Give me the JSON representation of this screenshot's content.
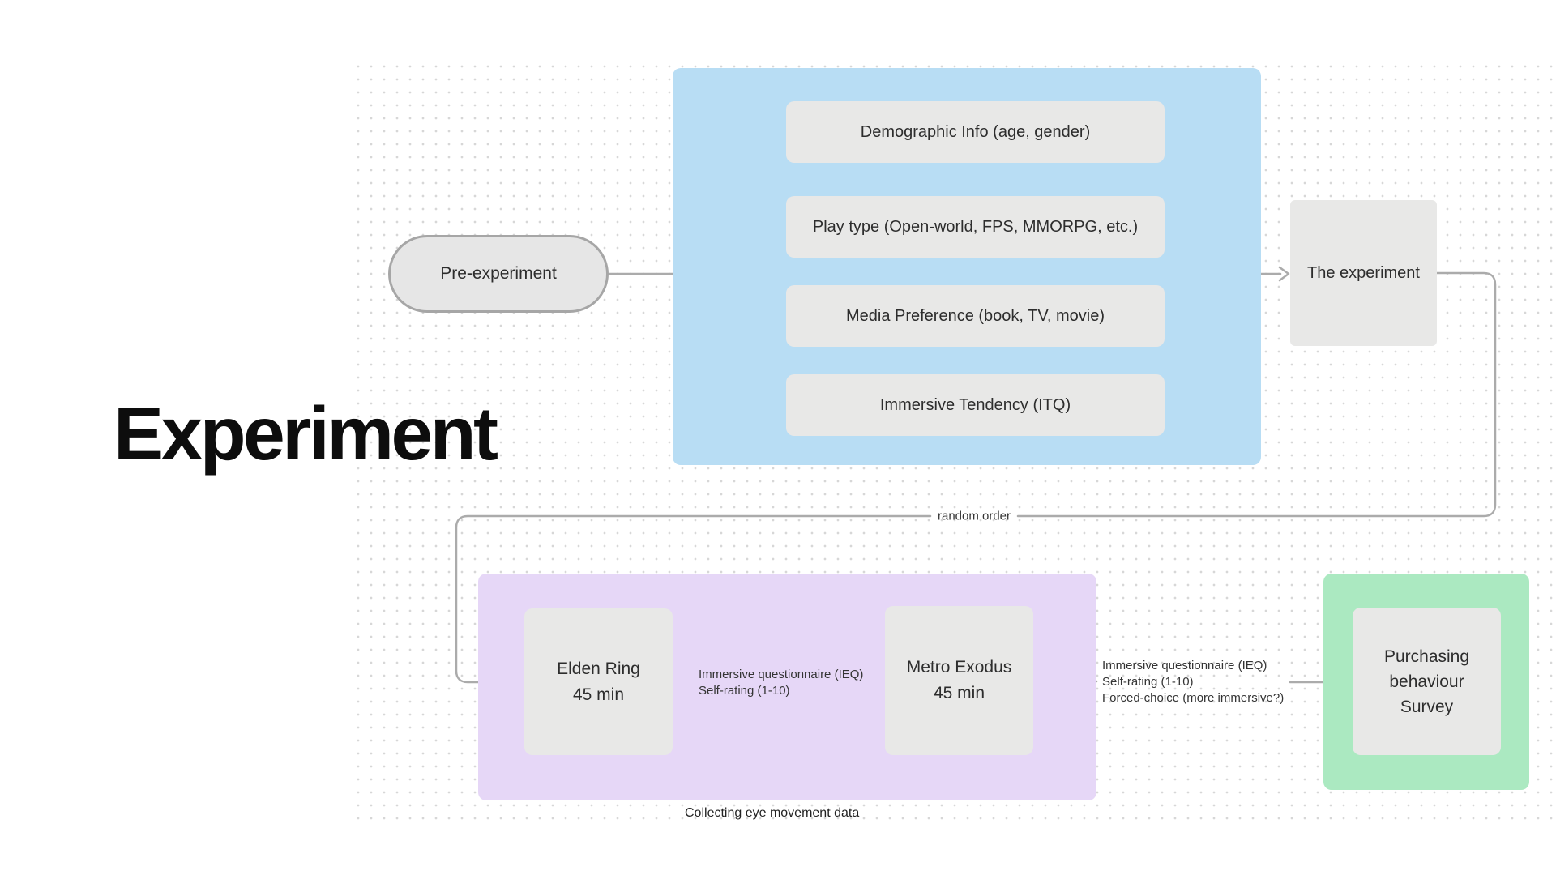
{
  "title": {
    "text": "Experiment"
  },
  "nodes": {
    "pre_experiment": {
      "label": "Pre-experiment"
    },
    "survey_items": [
      {
        "label": "Demographic Info (age, gender)"
      },
      {
        "label": "Play type (Open-world, FPS, MMORPG, etc.)"
      },
      {
        "label": "Media Preference (book, TV, movie)"
      },
      {
        "label": "Immersive Tendency (ITQ)"
      }
    ],
    "the_experiment": {
      "label": "The experiment"
    },
    "elden_ring": {
      "line1": "Elden Ring",
      "line2": "45 min"
    },
    "metro_exodus": {
      "line1": "Metro Exodus",
      "line2": "45 min"
    },
    "purchasing_survey": {
      "line1": "Purchasing",
      "line2": "behaviour",
      "line3": "Survey"
    }
  },
  "edge_labels": {
    "random_order": "random order",
    "after_elden_ring": {
      "line1": "Immersive questionnaire (IEQ)",
      "line2": "Self-rating (1-10)"
    },
    "after_metro_exodus": {
      "line1": "Immersive questionnaire (IEQ)",
      "line2": "Self-rating (1-10)",
      "line3": "Forced-choice (more immersive?)"
    },
    "games_caption": "Collecting eye movement data"
  },
  "colors": {
    "pre_experiment_frame": "#b8ddf4",
    "games_frame": "#e6d7f7",
    "survey_frame": "#abe9c1",
    "node_fill": "#e8e8e7",
    "connector": "#ababab"
  }
}
